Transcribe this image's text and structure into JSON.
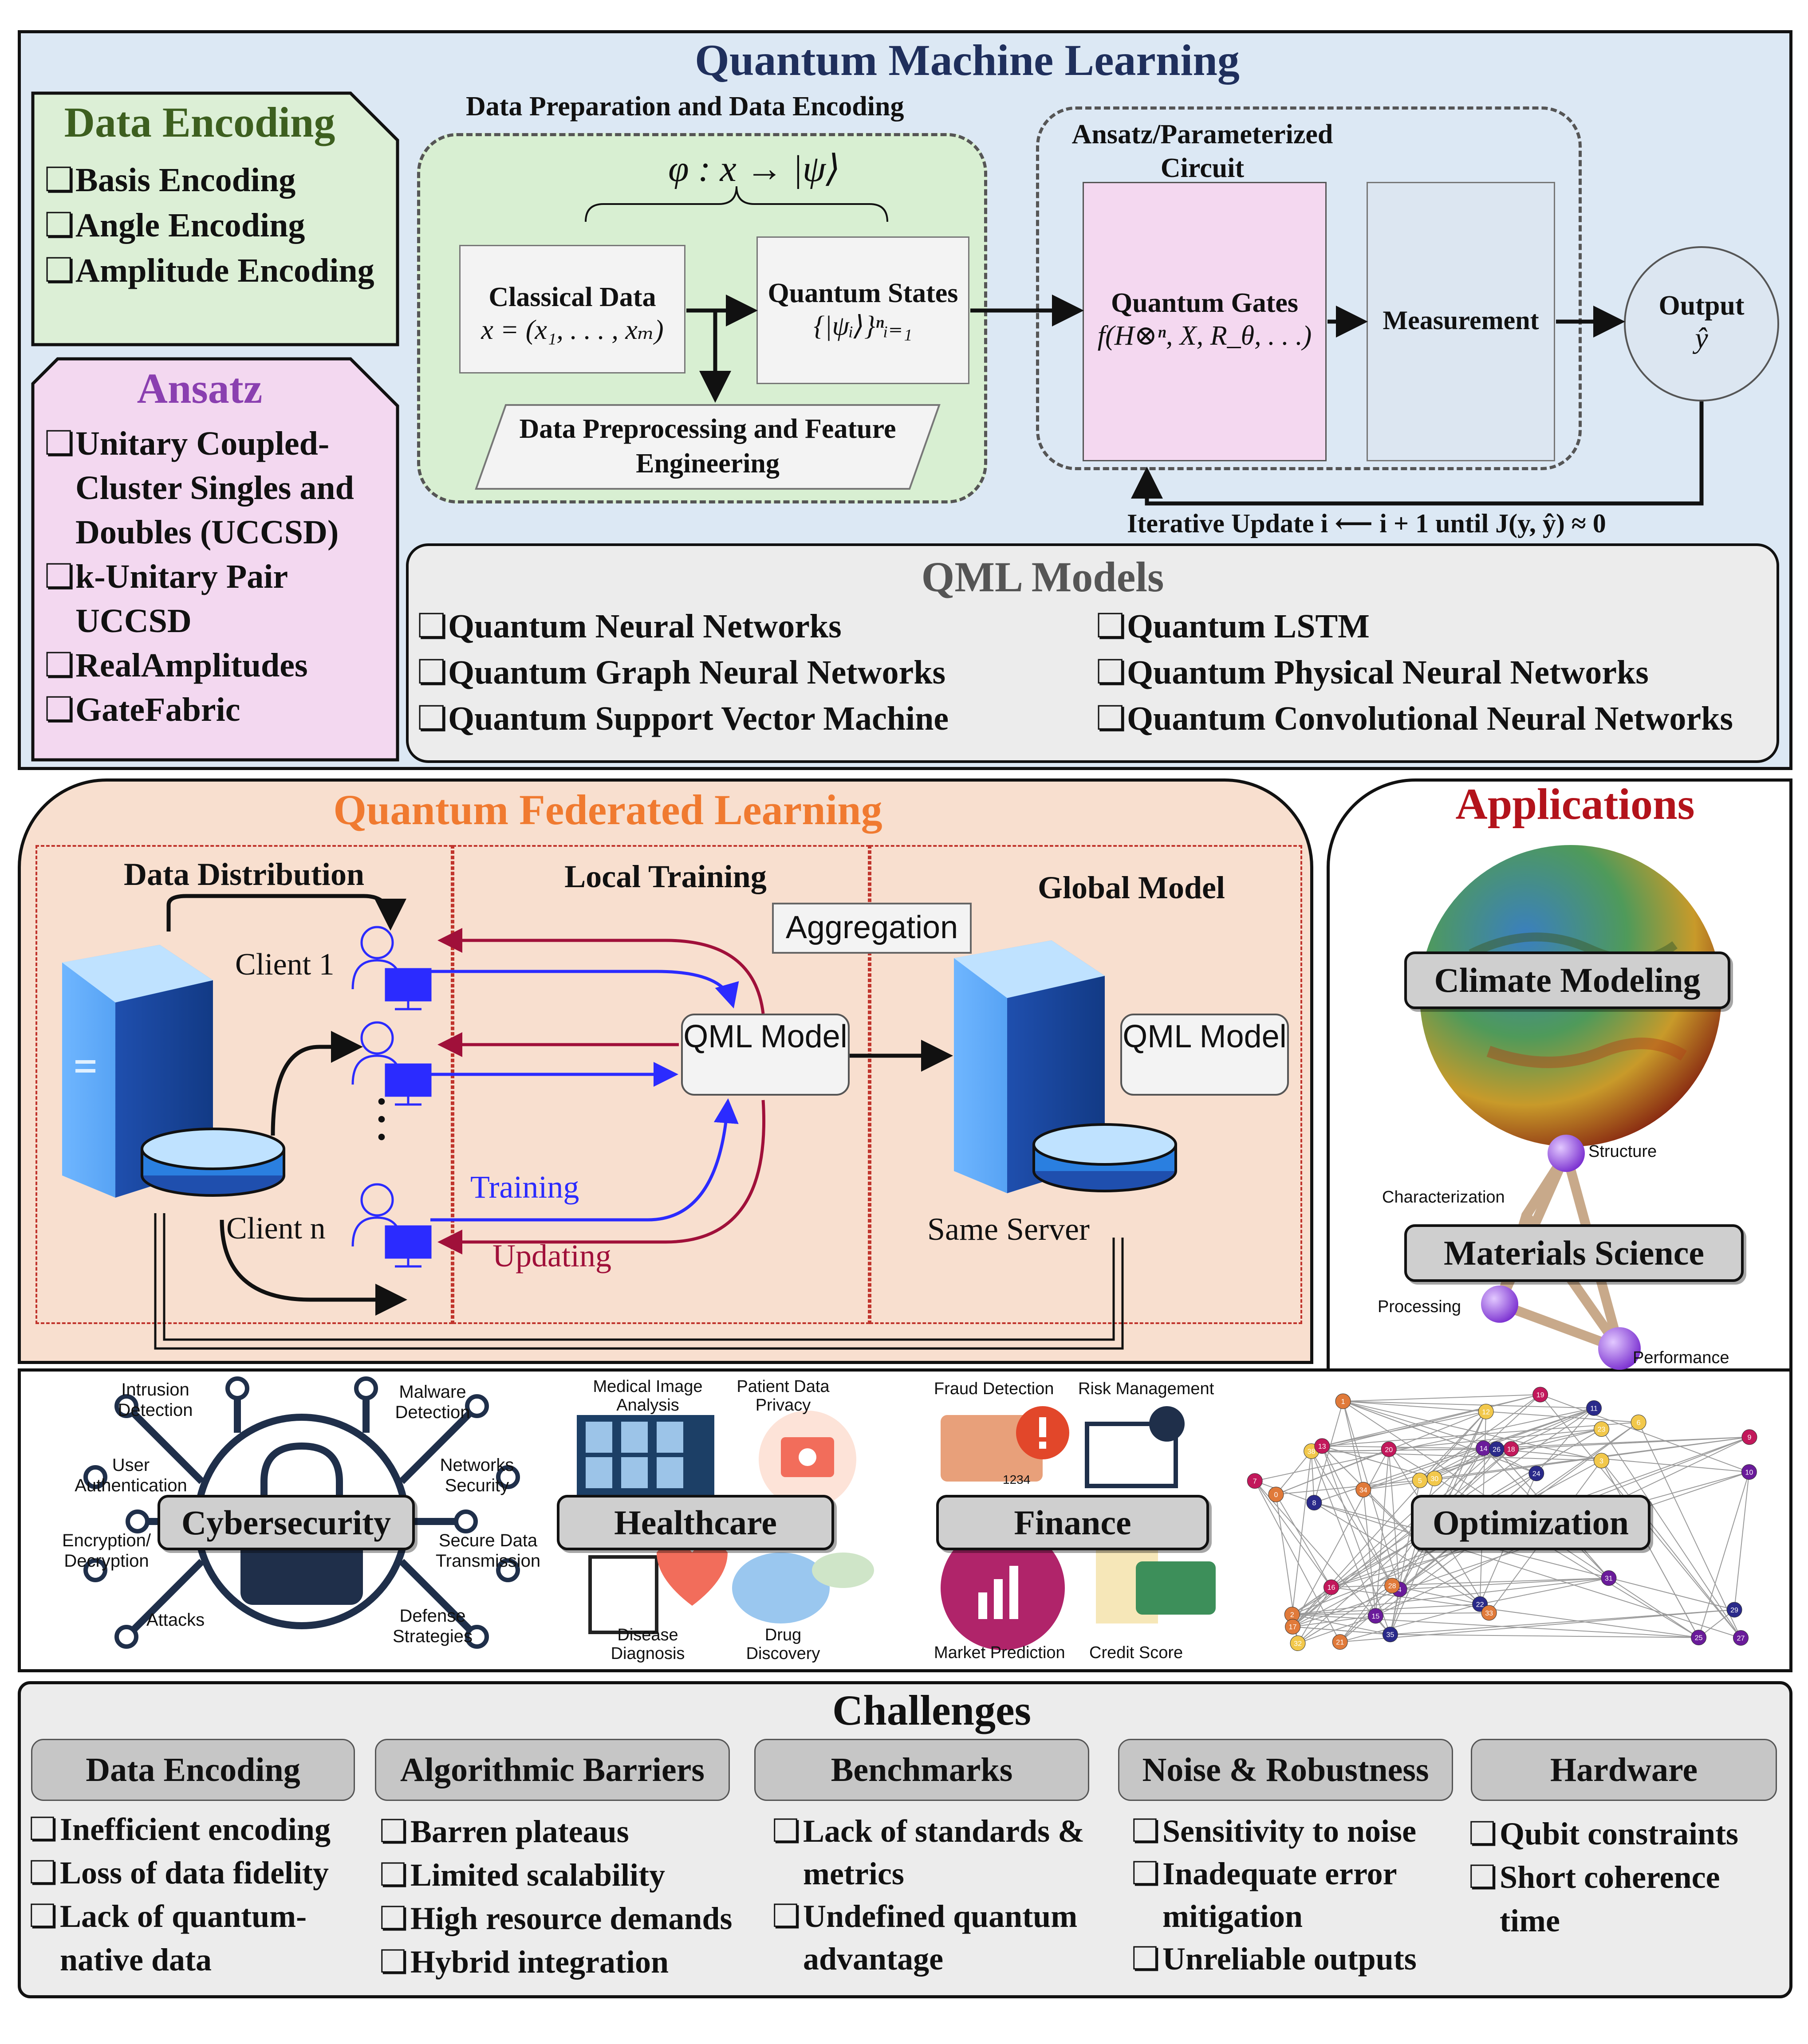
{
  "qml": {
    "title": "Quantum Machine Learning",
    "data_encoding": {
      "title": "Data Encoding",
      "items": [
        "Basis Encoding",
        "Angle Encoding",
        "Amplitude Encoding"
      ]
    },
    "ansatz": {
      "title": "Ansatz",
      "items": [
        "Unitary Coupled-Cluster Singles and Doubles (UCCSD)",
        "k-Unitary Pair UCCSD",
        "RealAmplitudes",
        "GateFabric"
      ]
    },
    "prep_title": "Data Preparation and Data Encoding",
    "mapping": "φ : x → |ψ⟩",
    "classical_data": {
      "label": "Classical Data",
      "formula": "x = (x₁, . . . , xₘ)"
    },
    "quantum_states": {
      "label": "Quantum States",
      "formula": "{|ψᵢ⟩}ⁿᵢ₌₁"
    },
    "preprocessing": "Data Preprocessing and Feature Engineering",
    "ansatz_title": "Ansatz/Parameterized Circuit",
    "gates": {
      "label": "Quantum Gates",
      "formula": "f(H⊗ⁿ, X, R_θ, . . .)"
    },
    "measurement": "Measurement",
    "output": {
      "label": "Output",
      "symbol": "ŷ"
    },
    "iterative": "Iterative Update i ⟵ i + 1 until J(y, ŷ) ≈ 0",
    "models": {
      "title": "QML Models",
      "left": [
        "Quantum Neural Networks",
        "Quantum Graph Neural Networks",
        "Quantum Support Vector Machine"
      ],
      "right": [
        "Quantum LSTM",
        "Quantum Physical Neural Networks",
        "Quantum Convolutional Neural Networks"
      ]
    }
  },
  "qfl": {
    "title": "Quantum Federated Learning",
    "data_distribution": "Data Distribution",
    "local_training": "Local Training",
    "global_model": "Global Model",
    "aggregation": "Aggregation",
    "client1": "Client 1",
    "clientn": "Client n",
    "dots": ".\n.\n.",
    "qml_model": "QML Model",
    "training": "Training",
    "updating": "Updating",
    "same_server": "Same Server",
    "colors": {
      "training": "#2b2bff",
      "updating": "#a0103a",
      "title": "#f07a30"
    }
  },
  "applications": {
    "title": "Applications",
    "climate": "Climate Modeling",
    "materials": "Materials Science",
    "materials_nodes": [
      "Structure",
      "Characterization",
      "Processing",
      "Performance"
    ],
    "cybersecurity": "Cybersecurity",
    "cyber_labels": [
      "Intrusion Detection",
      "User Authentication",
      "Encryption/ Decryption",
      "Attacks",
      "Malware Detection",
      "Networks Security",
      "Secure Data Transmission",
      "Defense Strategies"
    ],
    "healthcare": "Healthcare",
    "health_labels": [
      "Medical Image Analysis",
      "Patient Data Privacy",
      "Disease Diagnosis",
      "Drug Discovery"
    ],
    "finance": "Finance",
    "finance_labels": [
      "Fraud Detection",
      "Risk Management",
      "Market Prediction",
      "Credit Score"
    ],
    "finance_card": "1234",
    "optimization": "Optimization",
    "graph_node_labels": [
      "38",
      "2",
      "4",
      "11",
      "18",
      "23",
      "1",
      "27",
      "8",
      "9",
      "3",
      "21",
      "14",
      "24",
      "16",
      "30",
      "17",
      "15",
      "26",
      "13",
      "12",
      "0",
      "10",
      "22",
      "20",
      "6",
      "28",
      "25",
      "29",
      "19",
      "5",
      "34",
      "31",
      "35",
      "7",
      "32",
      "33"
    ]
  },
  "challenges": {
    "title": "Challenges",
    "columns": [
      {
        "title": "Data Encoding",
        "items": [
          "Inefficient encoding",
          "Loss of data fidelity",
          "Lack of quantum-native data"
        ]
      },
      {
        "title": "Algorithmic Barriers",
        "items": [
          "Barren plateaus",
          "Limited scalability",
          "High resource demands",
          "Hybrid integration"
        ]
      },
      {
        "title": "Benchmarks",
        "items": [
          "Lack of standards & metrics",
          "Undefined quantum advantage"
        ]
      },
      {
        "title": "Noise & Robustness",
        "items": [
          "Sensitivity to noise",
          "Inadequate error mitigation",
          "Unreliable outputs"
        ]
      },
      {
        "title": "Hardware",
        "items": [
          "Qubit constraints",
          "Short coherence time"
        ]
      }
    ]
  }
}
